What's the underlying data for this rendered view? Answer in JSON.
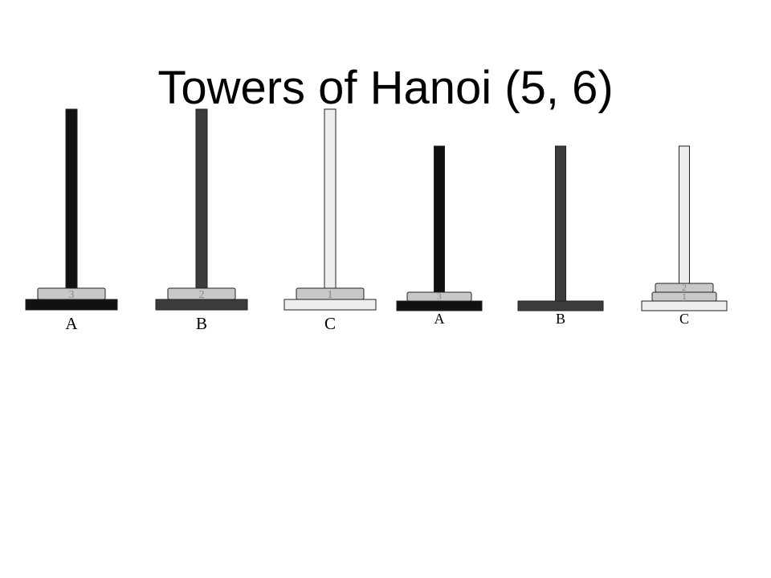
{
  "title": "Towers of Hanoi (5, 6)",
  "colors": {
    "peg_a": "#111111",
    "peg_b": "#3c3c3c",
    "peg_c": "#eeeeee",
    "disk_fill": "#c8c8c8",
    "outline": "#222222"
  },
  "states": [
    {
      "pegs": [
        {
          "label": "A",
          "disks": [
            "3"
          ]
        },
        {
          "label": "B",
          "disks": [
            "2"
          ]
        },
        {
          "label": "C",
          "disks": [
            "1"
          ]
        }
      ]
    },
    {
      "pegs": [
        {
          "label": "A",
          "disks": [
            "3"
          ]
        },
        {
          "label": "B",
          "disks": []
        },
        {
          "label": "C",
          "disks": [
            "1",
            "2"
          ]
        }
      ]
    }
  ]
}
